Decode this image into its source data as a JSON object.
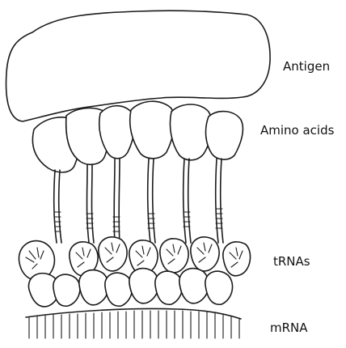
{
  "labels": {
    "antigen": "Antigen",
    "amino_acids": "Amino acids",
    "trnas": "tRNAs",
    "mrna": "mRNA"
  },
  "style": {
    "ink_color": "#1a1a1a",
    "background": "#ffffff"
  }
}
